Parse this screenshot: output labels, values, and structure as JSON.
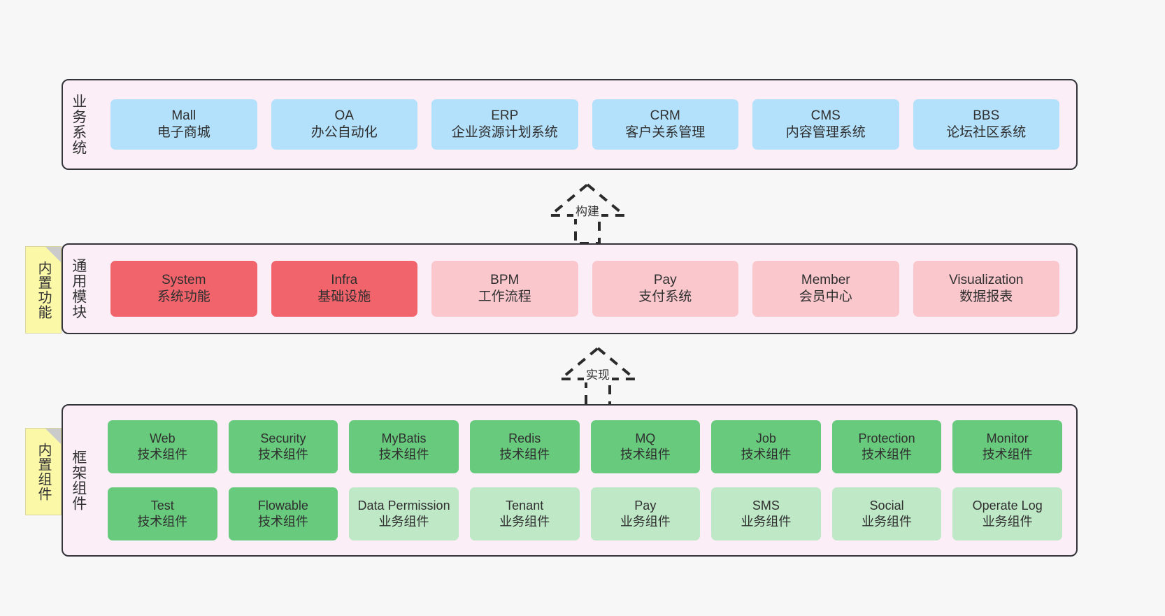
{
  "diagram": {
    "background_color": "#f7f7f7",
    "layer_fill": "#fbeef7",
    "layer_border": "#33333a",
    "note_fill": "#fbf9a8"
  },
  "layers": [
    {
      "id": "business",
      "title": "业务系统",
      "card_color": "#b3e0fb",
      "rows": [
        [
          {
            "t1": "Mall",
            "t2": "电子商城",
            "color": "blue"
          },
          {
            "t1": "OA",
            "t2": "办公自动化",
            "color": "blue"
          },
          {
            "t1": "ERP",
            "t2": "企业资源计划系统",
            "color": "blue"
          },
          {
            "t1": "CRM",
            "t2": "客户关系管理",
            "color": "blue"
          },
          {
            "t1": "CMS",
            "t2": "内容管理系统",
            "color": "blue"
          },
          {
            "t1": "BBS",
            "t2": "论坛社区系统",
            "color": "blue"
          }
        ]
      ]
    },
    {
      "id": "common",
      "title": "通用模块",
      "note": "内置功能",
      "rows": [
        [
          {
            "t1": "System",
            "t2": "系统功能",
            "color": "red"
          },
          {
            "t1": "Infra",
            "t2": "基础设施",
            "color": "red"
          },
          {
            "t1": "BPM",
            "t2": "工作流程",
            "color": "pink"
          },
          {
            "t1": "Pay",
            "t2": "支付系统",
            "color": "pink"
          },
          {
            "t1": "Member",
            "t2": "会员中心",
            "color": "pink"
          },
          {
            "t1": "Visualization",
            "t2": "数据报表",
            "color": "pink"
          }
        ]
      ]
    },
    {
      "id": "framework",
      "title": "框架组件",
      "note": "内置组件",
      "rows": [
        [
          {
            "t1": "Web",
            "t2": "技术组件",
            "color": "green"
          },
          {
            "t1": "Security",
            "t2": "技术组件",
            "color": "green"
          },
          {
            "t1": "MyBatis",
            "t2": "技术组件",
            "color": "green"
          },
          {
            "t1": "Redis",
            "t2": "技术组件",
            "color": "green"
          },
          {
            "t1": "MQ",
            "t2": "技术组件",
            "color": "green"
          },
          {
            "t1": "Job",
            "t2": "技术组件",
            "color": "green"
          },
          {
            "t1": "Protection",
            "t2": "技术组件",
            "color": "green"
          },
          {
            "t1": "Monitor",
            "t2": "技术组件",
            "color": "green"
          }
        ],
        [
          {
            "t1": "Test",
            "t2": "技术组件",
            "color": "green"
          },
          {
            "t1": "Flowable",
            "t2": "技术组件",
            "color": "green"
          },
          {
            "t1": "Data Permission",
            "t2": "业务组件",
            "color": "lightgreen",
            "wrap": true
          },
          {
            "t1": "Tenant",
            "t2": "业务组件",
            "color": "lightgreen"
          },
          {
            "t1": "Pay",
            "t2": "业务组件",
            "color": "lightgreen"
          },
          {
            "t1": "SMS",
            "t2": "业务组件",
            "color": "lightgreen"
          },
          {
            "t1": "Social",
            "t2": "业务组件",
            "color": "lightgreen"
          },
          {
            "t1": "Operate Log",
            "t2": "业务组件",
            "color": "lightgreen"
          }
        ]
      ]
    }
  ],
  "connectors": [
    {
      "id": "build",
      "label": "构建",
      "style": "dashed-generalization",
      "direction": "up"
    },
    {
      "id": "impl",
      "label": "实现",
      "style": "dashed-generalization",
      "direction": "up"
    }
  ]
}
